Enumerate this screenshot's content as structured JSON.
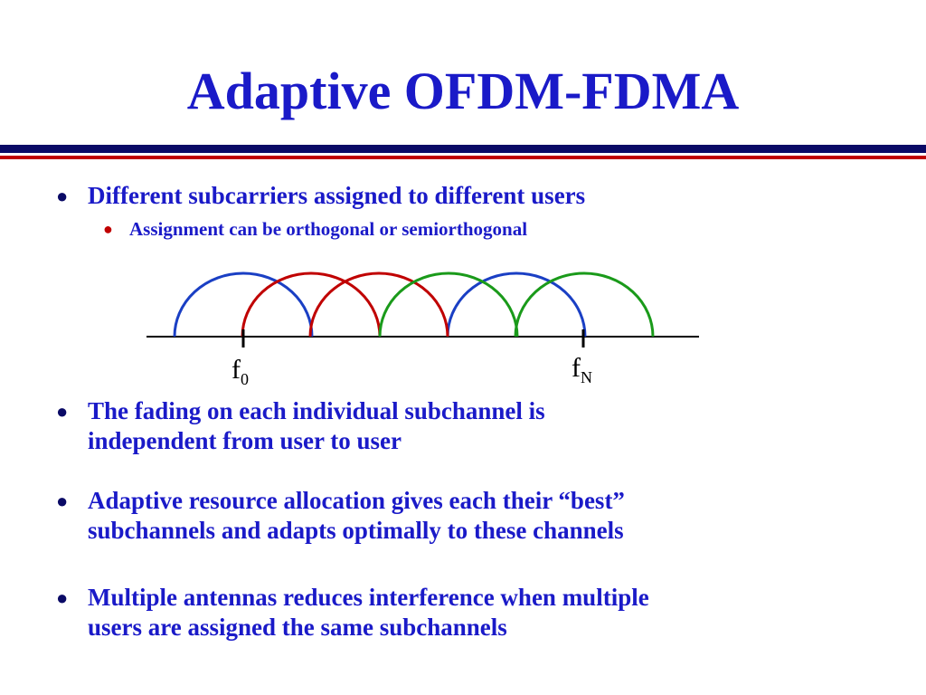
{
  "slide": {
    "title": "Adaptive OFDM-FDMA",
    "bullets": [
      {
        "lines": [
          "Different subcarriers assigned to different users"
        ]
      },
      {
        "lines": [
          "The fading on each individual subchannel is",
          "independent from user to user"
        ]
      },
      {
        "lines": [
          "Adaptive resource allocation gives each their “best”",
          "subchannels and adapts optimally to these channels"
        ]
      },
      {
        "lines": [
          "Multiple antennas reduces interference when multiple",
          "users are assigned the same subchannels"
        ]
      }
    ],
    "sub_bullet": "Assignment can be orthogonal or semiorthogonal"
  },
  "diagram": {
    "label_start": "f",
    "label_start_sub": "0",
    "label_end": "f",
    "label_end_sub": "N",
    "colors": {
      "blue": "#1a3fc4",
      "red": "#c00000",
      "green": "#1a9a1a",
      "axis": "#000000"
    }
  }
}
